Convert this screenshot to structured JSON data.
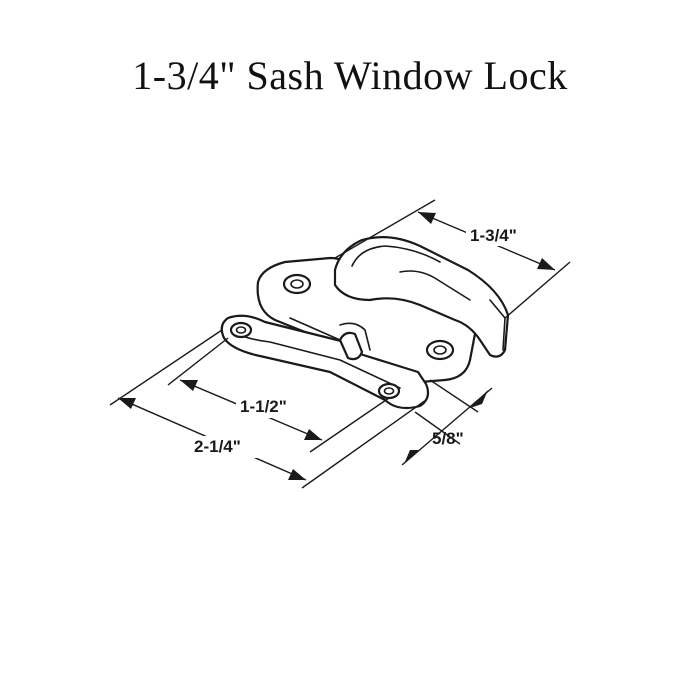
{
  "title": "1-3/4\" Sash Window Lock",
  "dimensions": {
    "width_top": "1-3/4\"",
    "keeper_holes": "1-1/2\"",
    "keeper_length": "2-1/4\"",
    "height": "5/8\""
  }
}
